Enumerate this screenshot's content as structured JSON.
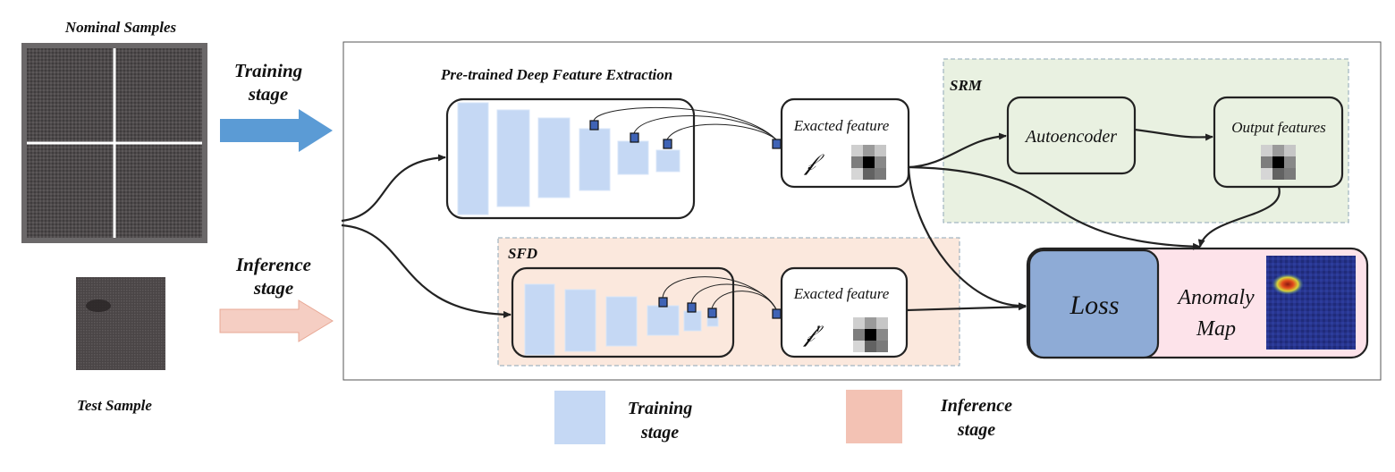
{
  "left": {
    "nominal_title": "Nominal Samples",
    "test_title": "Test Sample"
  },
  "arrows": {
    "training": [
      "Training",
      "stage"
    ],
    "inference": [
      "Inference",
      "stage"
    ]
  },
  "extraction": {
    "title": "Pre-trained Deep Feature Extraction",
    "feature_label": "Exacted feature",
    "feature_symbol": "𝒻"
  },
  "sfd": {
    "title": "SFD",
    "feature_label": "Exacted feature",
    "feature_symbol": "𝒻′"
  },
  "srm": {
    "title": "SRM",
    "autoencoder": "Autoencoder",
    "output_features": "Output features"
  },
  "results": {
    "loss": "Loss",
    "anomaly_map": [
      "Anomaly",
      "Map"
    ]
  },
  "legend": {
    "training": [
      "Training",
      "stage"
    ],
    "inference": [
      "Inference",
      "stage"
    ]
  },
  "colors": {
    "training_blue": "#c5d8f4",
    "inference_pink": "#f3c2b4",
    "srm_green": "#e9f1e1",
    "sfd_peach": "#fbe8dd",
    "loss_blue": "#8eabd6",
    "anomaly_pink": "#fde3ea",
    "arrow_blue": "#5b9bd5",
    "arrow_pink": "#f5cec3"
  }
}
